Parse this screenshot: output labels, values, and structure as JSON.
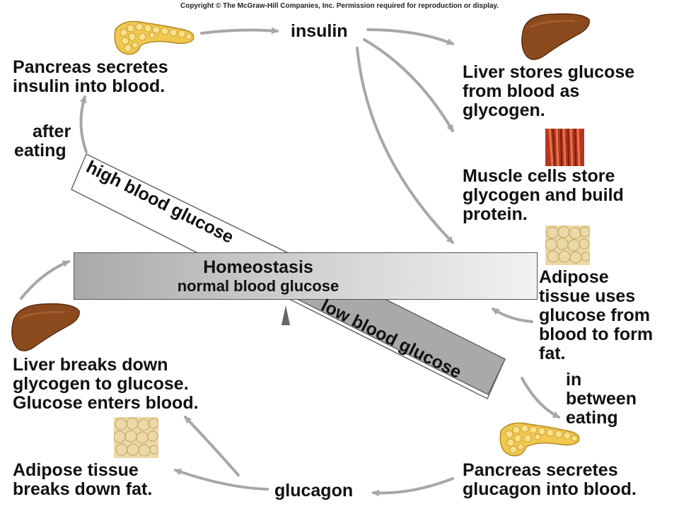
{
  "copyright": "Copyright © The McGraw-Hill Companies, Inc. Permission required for reproduction or display.",
  "hormones": {
    "insulin": "insulin",
    "glucagon": "glucagon"
  },
  "homeostasis": {
    "title": "Homeostasis",
    "subtitle": "normal blood glucose"
  },
  "beams": {
    "high": "high blood glucose",
    "low": "low blood glucose"
  },
  "triggers": {
    "after_eating": [
      "after",
      "eating"
    ],
    "between_eating": [
      "in",
      "between",
      "eating"
    ]
  },
  "insulin_side": {
    "pancreas": [
      "Pancreas secretes",
      "insulin into blood."
    ],
    "liver": [
      "Liver stores glucose",
      "from blood as",
      "glycogen."
    ],
    "muscle": [
      "Muscle cells store",
      "glycogen and build",
      "protein."
    ],
    "adipose": [
      "Adipose",
      "tissue uses",
      "glucose from",
      "blood to form",
      "fat."
    ]
  },
  "glucagon_side": {
    "pancreas": [
      "Pancreas secretes",
      "glucagon into blood."
    ],
    "liver": [
      "Liver breaks down",
      "glycogen to glucose.",
      "Glucose enters blood."
    ],
    "adipose": [
      "Adipose tissue",
      "breaks down fat."
    ]
  },
  "icons": {
    "pancreas": "pancreas-icon",
    "liver": "liver-icon",
    "muscle": "muscle-icon",
    "adipose": "adipose-tissue-icon"
  },
  "colors": {
    "pancreas": "#f0c850",
    "liver": "#8b4a1e",
    "muscle": "#b8361c",
    "adipose": "#ecd9a8",
    "arrow": "#a7a7a7"
  }
}
